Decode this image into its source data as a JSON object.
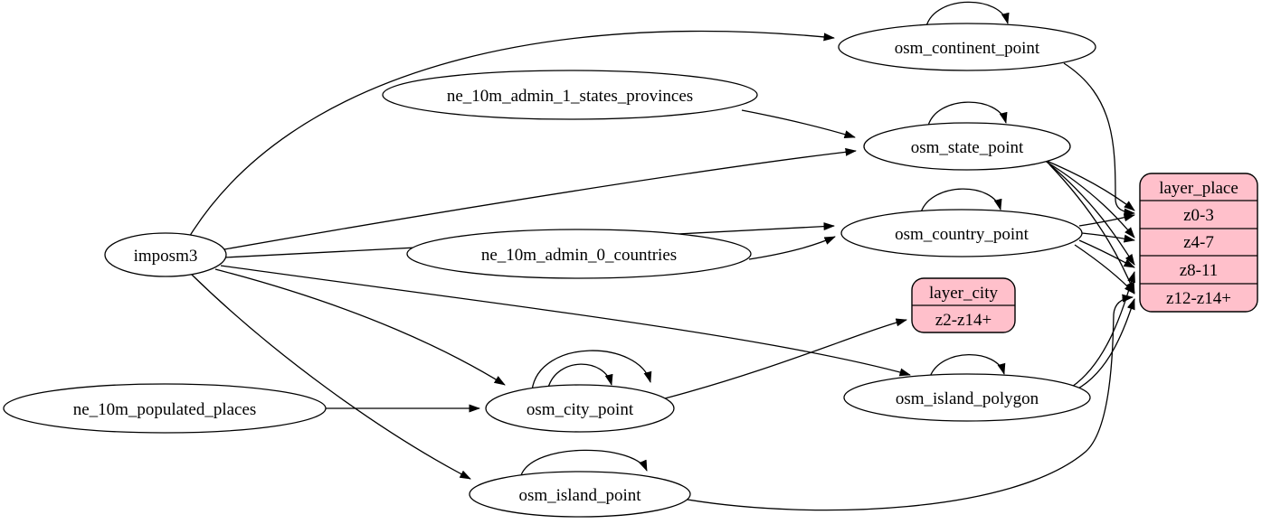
{
  "diagram": {
    "kind": "etl-dependency-graph",
    "background": "#ffffff",
    "node_fill": "#ffffff",
    "record_fill": "#ffc0cb",
    "stroke_color": "#000000"
  },
  "nodes": {
    "imposm3": {
      "label": "imposm3",
      "shape": "ellipse"
    },
    "ne_10m_admin_1_states_provinces": {
      "label": "ne_10m_admin_1_states_provinces",
      "shape": "ellipse"
    },
    "ne_10m_admin_0_countries": {
      "label": "ne_10m_admin_0_countries",
      "shape": "ellipse"
    },
    "ne_10m_populated_places": {
      "label": "ne_10m_populated_places",
      "shape": "ellipse"
    },
    "osm_continent_point": {
      "label": "osm_continent_point",
      "shape": "ellipse"
    },
    "osm_state_point": {
      "label": "osm_state_point",
      "shape": "ellipse"
    },
    "osm_country_point": {
      "label": "osm_country_point",
      "shape": "ellipse"
    },
    "osm_city_point": {
      "label": "osm_city_point",
      "shape": "ellipse"
    },
    "osm_island_polygon": {
      "label": "osm_island_polygon",
      "shape": "ellipse"
    },
    "osm_island_point": {
      "label": "osm_island_point",
      "shape": "ellipse"
    }
  },
  "records": {
    "layer_city": {
      "title": "layer_city",
      "rows": [
        "z2-z14+"
      ]
    },
    "layer_place": {
      "title": "layer_place",
      "rows": [
        "z0-3",
        "z4-7",
        "z8-11",
        "z12-z14+"
      ]
    }
  },
  "edges": [
    {
      "from": "imposm3",
      "to": "osm_continent_point"
    },
    {
      "from": "imposm3",
      "to": "osm_state_point"
    },
    {
      "from": "imposm3",
      "to": "osm_country_point"
    },
    {
      "from": "imposm3",
      "to": "osm_city_point"
    },
    {
      "from": "imposm3",
      "to": "osm_island_polygon"
    },
    {
      "from": "imposm3",
      "to": "osm_island_point"
    },
    {
      "from": "ne_10m_admin_1_states_provinces",
      "to": "osm_state_point"
    },
    {
      "from": "ne_10m_admin_0_countries",
      "to": "osm_country_point"
    },
    {
      "from": "ne_10m_populated_places",
      "to": "osm_city_point"
    },
    {
      "from": "osm_continent_point",
      "to": "osm_continent_point",
      "self_loop": true
    },
    {
      "from": "osm_state_point",
      "to": "osm_state_point",
      "self_loop": true
    },
    {
      "from": "osm_country_point",
      "to": "osm_country_point",
      "self_loop": true
    },
    {
      "from": "osm_city_point",
      "to": "osm_city_point",
      "self_loop": true
    },
    {
      "from": "osm_city_point",
      "to": "osm_city_point",
      "self_loop": true
    },
    {
      "from": "osm_island_polygon",
      "to": "osm_island_polygon",
      "self_loop": true
    },
    {
      "from": "osm_island_point",
      "to": "osm_island_point",
      "self_loop": true
    },
    {
      "from": "osm_city_point",
      "to": "layer_city",
      "port": "z2-z14+"
    },
    {
      "from": "osm_continent_point",
      "to": "layer_place",
      "port": "z0-3"
    },
    {
      "from": "osm_state_point",
      "to": "layer_place",
      "port": "z0-3"
    },
    {
      "from": "osm_state_point",
      "to": "layer_place",
      "port": "z4-7"
    },
    {
      "from": "osm_state_point",
      "to": "layer_place",
      "port": "z8-11"
    },
    {
      "from": "osm_state_point",
      "to": "layer_place",
      "port": "z12-z14+"
    },
    {
      "from": "osm_country_point",
      "to": "layer_place",
      "port": "z0-3"
    },
    {
      "from": "osm_country_point",
      "to": "layer_place",
      "port": "z4-7"
    },
    {
      "from": "osm_country_point",
      "to": "layer_place",
      "port": "z8-11"
    },
    {
      "from": "osm_country_point",
      "to": "layer_place",
      "port": "z12-z14+"
    },
    {
      "from": "osm_island_polygon",
      "to": "layer_place",
      "port": "z8-11"
    },
    {
      "from": "osm_island_polygon",
      "to": "layer_place",
      "port": "z12-z14+"
    },
    {
      "from": "osm_island_point",
      "to": "layer_place",
      "port": "z12-z14+"
    }
  ]
}
